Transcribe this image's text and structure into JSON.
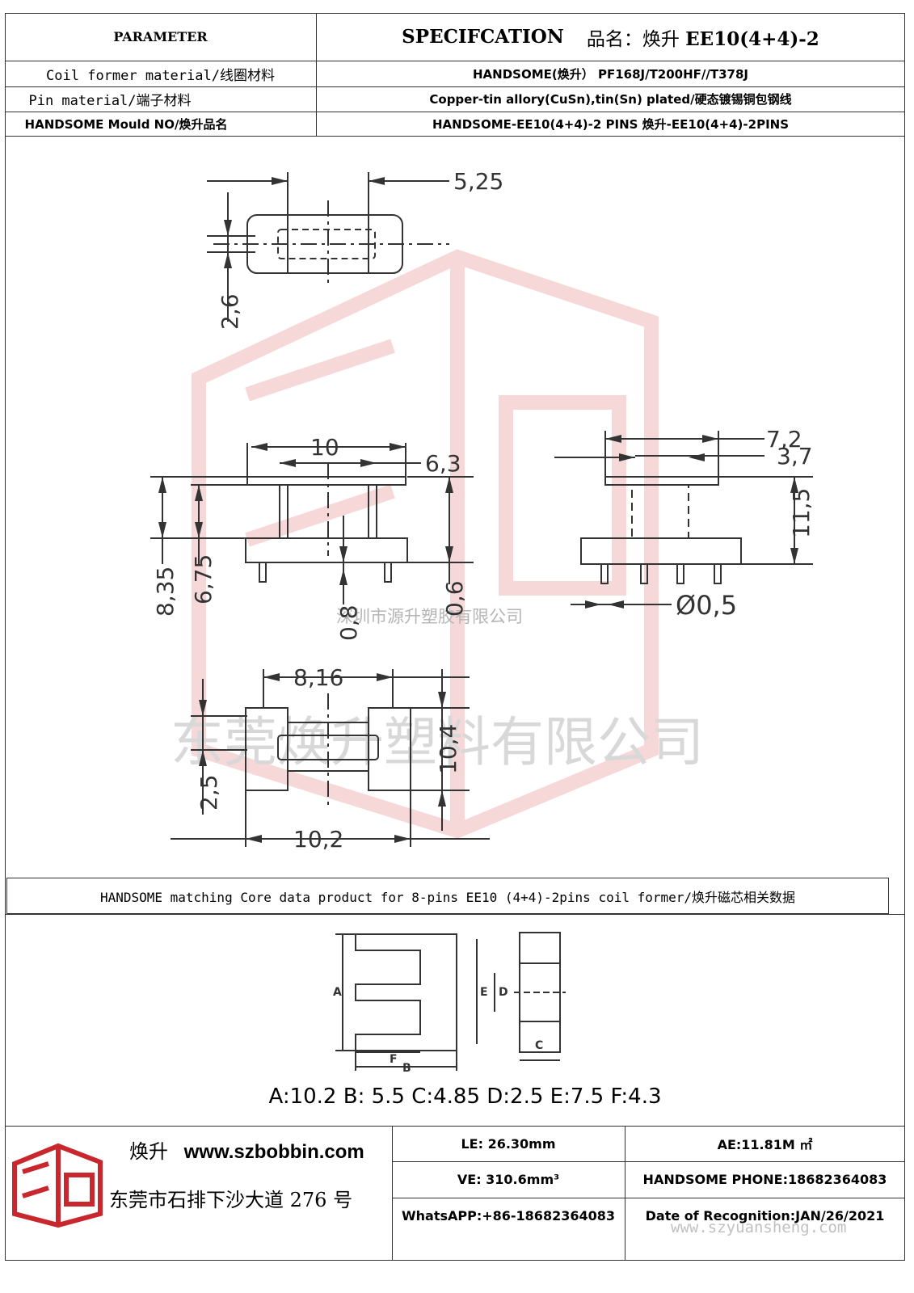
{
  "header": {
    "parameter": "PARAMETER",
    "specification": "SPECIFCATION",
    "product_label": "品名：焕升",
    "product_model": "EE10(4+4)-2"
  },
  "spec_rows": [
    {
      "param": "Coil former material/线圈材料",
      "value": "HANDSOME(焕升）   PF168J/T200HF//T378J"
    },
    {
      "param": "Pin material/端子材料",
      "value": "Copper-tin allory(CuSn),tin(Sn) plated/硬态镀锡铜包钢线"
    },
    {
      "param": "HANDSOME Mould NO/焕升品名",
      "value": "HANDSOME-EE10(4+4)-2 PINS    焕升-EE10(4+4)-2PINS"
    }
  ],
  "drawing_dims": {
    "top_width": "5,25",
    "top_height": "2,6",
    "front_width": "10",
    "front_inner": "6,3",
    "front_h1": "8,35",
    "front_h2": "6,75",
    "front_pin": "0,6",
    "front_gap": "0,8",
    "side_w1": "7,2",
    "side_w2": "3,7",
    "side_h": "11,5",
    "side_pin": "Ø0,5",
    "bottom_w1": "8,16",
    "bottom_w2": "10,2",
    "bottom_h1": "10,4",
    "bottom_h2": "2,5"
  },
  "watermarks": {
    "company_small": "深圳市源升塑胶有限公司",
    "company_large": "东莞焕升塑料有限公司",
    "website": "www.szyuansheng.com"
  },
  "core_section": {
    "title": "HANDSOME matching Core data  product for 8-pins EE10 (4+4)-2pins coil former/焕升磁芯相关数据",
    "core_labels": [
      "A",
      "B",
      "C",
      "D",
      "E",
      "F"
    ],
    "dims_text": "A:10.2 B: 5.5 C:4.85 D:2.5 E:7.5 F:4.3"
  },
  "footer": {
    "brand": "焕升",
    "website": "www.szbobbin.com",
    "address": "东莞市石排下沙大道 276 号",
    "le": "LE: 26.30mm",
    "ae": "AE:11.81M ㎡",
    "ve": "VE: 310.6mm³",
    "phone": "HANDSOME PHONE:18682364083",
    "whatsapp": "WhatsAPP:+86-18682364083",
    "date": "Date of Recognition:JAN/26/2021"
  },
  "colors": {
    "logo_red": "#c8282d",
    "watermark_red": "#e8a0a0",
    "line": "#333333"
  }
}
